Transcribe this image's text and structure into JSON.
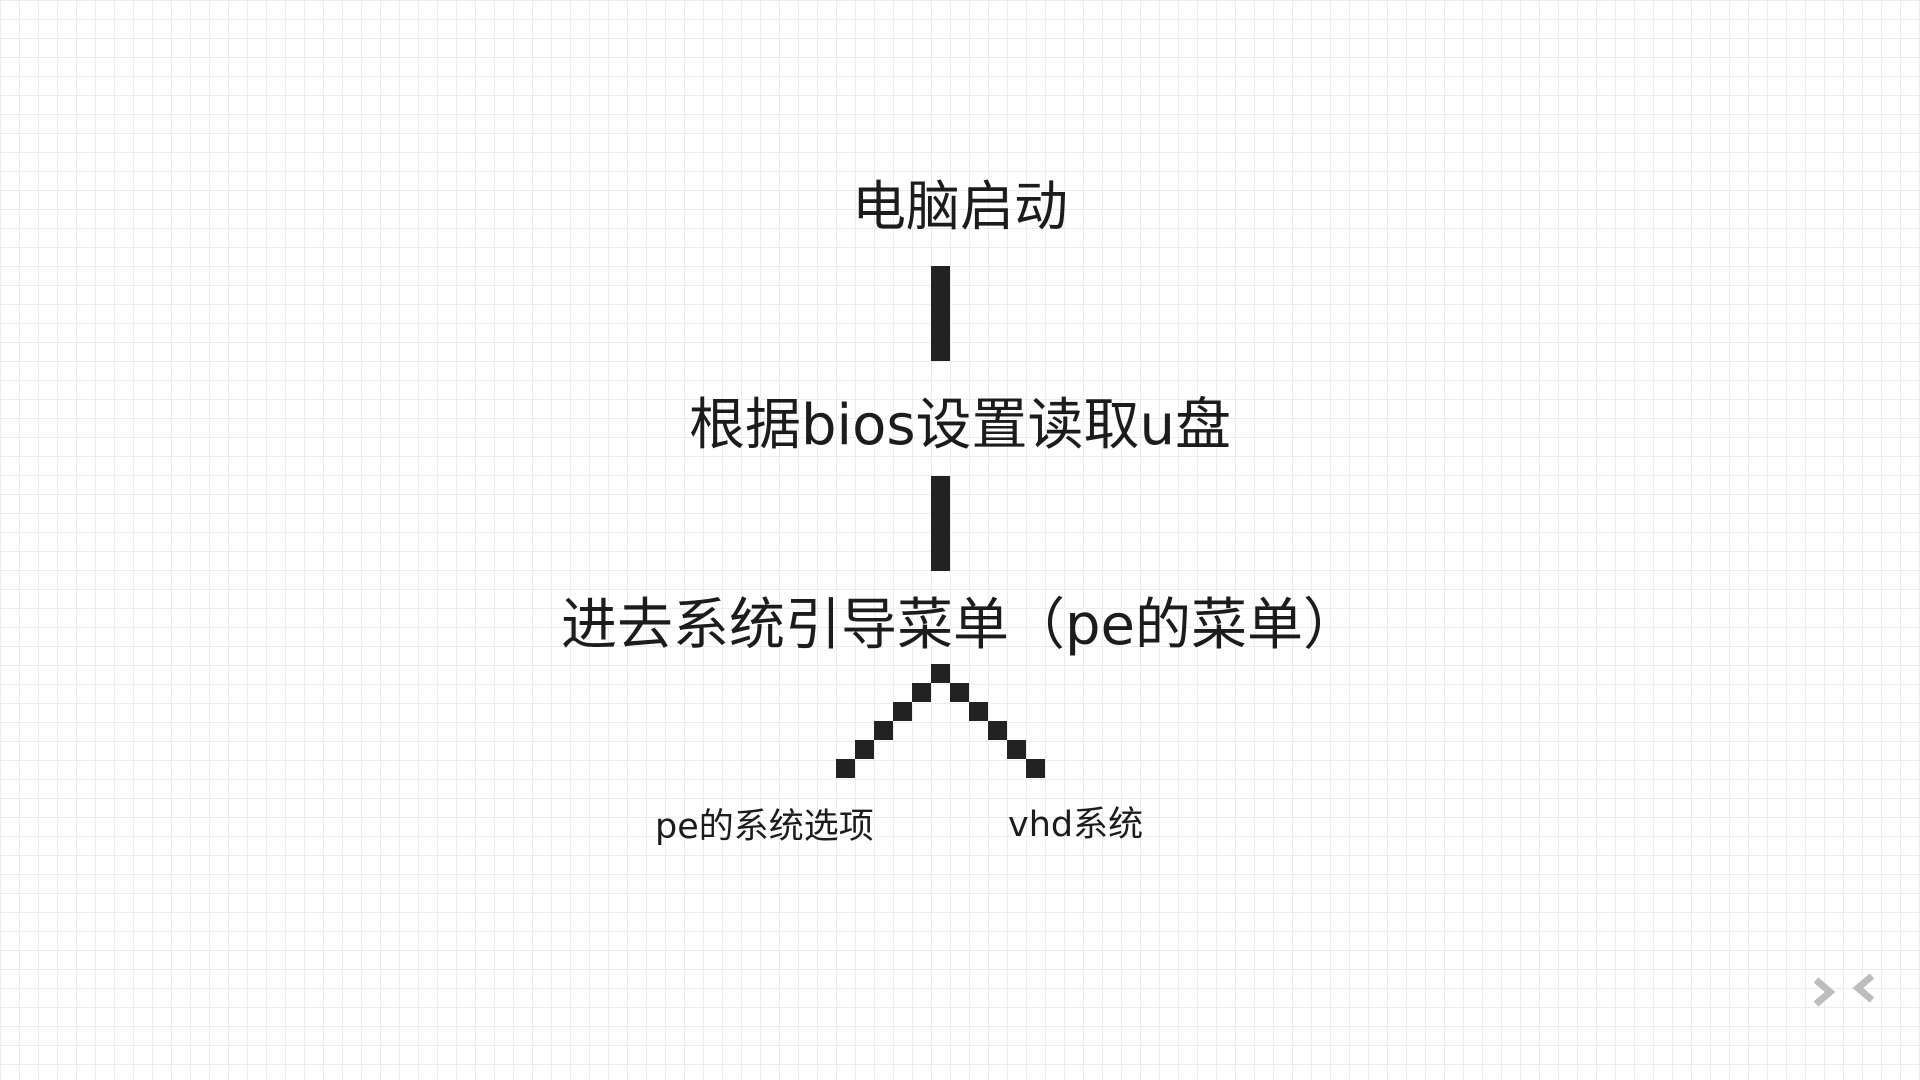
{
  "flow": {
    "step1": "电脑启动",
    "step2": "根据bios设置读取u盘",
    "step3": "进去系统引导菜单（pe的菜单）",
    "branch_left": "pe的系统选项",
    "branch_right": "vhd系统"
  },
  "controls": {
    "collapse_icon": "collapse-arrows-icon"
  },
  "colors": {
    "background": "#ffffff",
    "grid": "#ececec",
    "ink": "#222222",
    "icon": "#bdbdbd"
  }
}
